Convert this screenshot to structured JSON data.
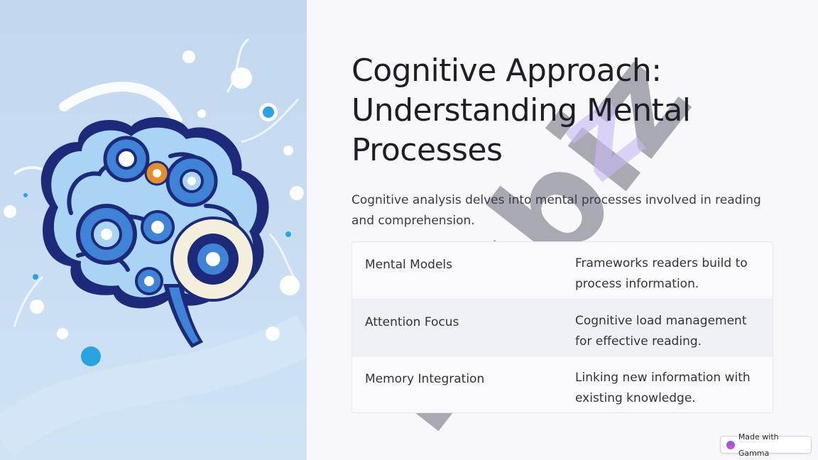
{
  "slide": {
    "title_lines": [
      "Cognitive Approach:",
      "Understanding Mental",
      "Processes"
    ],
    "subtitle": "Cognitive analysis delves into mental processes involved in reading and comprehension.",
    "table": {
      "rows": [
        {
          "term": "Mental Models",
          "description": "Frameworks readers build to process information."
        },
        {
          "term": "Attention Focus",
          "description": "Cognitive load management for effective reading."
        },
        {
          "term": "Memory Integration",
          "description": "Linking new information with existing knowledge."
        }
      ]
    }
  },
  "illustration": {
    "subject": "brain-with-gears-icon",
    "colors": {
      "brain_dark": "#1d2a7a",
      "brain_mid": "#3f83d6",
      "brain_light": "#a9d4f5",
      "gear_orange": "#e98d2a",
      "gear_cream": "#f4efdc"
    }
  },
  "watermark": {
    "text": "Hubiz",
    "color_gray": "#6b6b76",
    "color_purple": "#c9b8f5"
  },
  "badge": {
    "label": "Made with Gamma"
  },
  "colors": {
    "left_panel": "#c4daf0",
    "background": "#f7f7fc",
    "table_alt_row": "#efeff6"
  }
}
